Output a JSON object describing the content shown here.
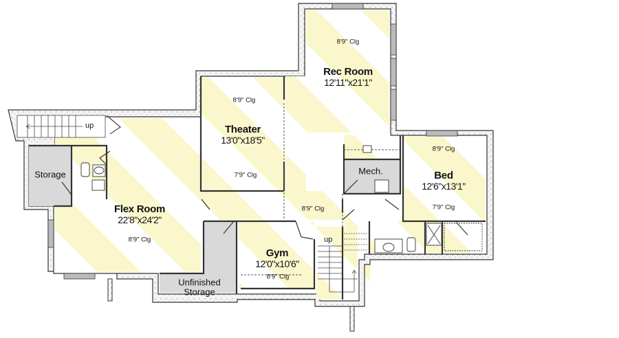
{
  "plan": {
    "colors": {
      "floor_stripe": "#fbf7cc",
      "floor": "#ffffff",
      "wall_outer_fill": "#f2f2f2",
      "wall_line": "#333333",
      "unfinished": "#d9d9d9"
    },
    "rooms": {
      "rec_room": {
        "name": "Rec Room",
        "dims": "12'11\"x21'1\"",
        "ceiling": "8'9\" Clg"
      },
      "theater": {
        "name": "Theater",
        "dims": "13'0\"x18'5\"",
        "ceiling_top": "8'9\" Clg",
        "ceiling_bottom": "7'9\" Clg"
      },
      "flex_room": {
        "name": "Flex Room",
        "dims": "22'8\"x24'2\"",
        "ceiling": "8'9\" Clg"
      },
      "storage": {
        "name": "Storage"
      },
      "mech": {
        "name": "Mech."
      },
      "bed": {
        "name": "Bed",
        "dims": "12'6\"x13'1\"",
        "ceiling_top": "8'9\" Clg",
        "ceiling_bottom": "7'9\" Clg"
      },
      "hall": {
        "ceiling": "8'9\" Clg"
      },
      "gym": {
        "name": "Gym",
        "dims": "12'0\"x10'6\"",
        "ceiling": "8'9\" Clg"
      },
      "unfinished_storage": {
        "name_line1": "Unfinished",
        "name_line2": "Storage"
      }
    },
    "stairs": {
      "left_label": "up",
      "center_label": "up"
    }
  }
}
